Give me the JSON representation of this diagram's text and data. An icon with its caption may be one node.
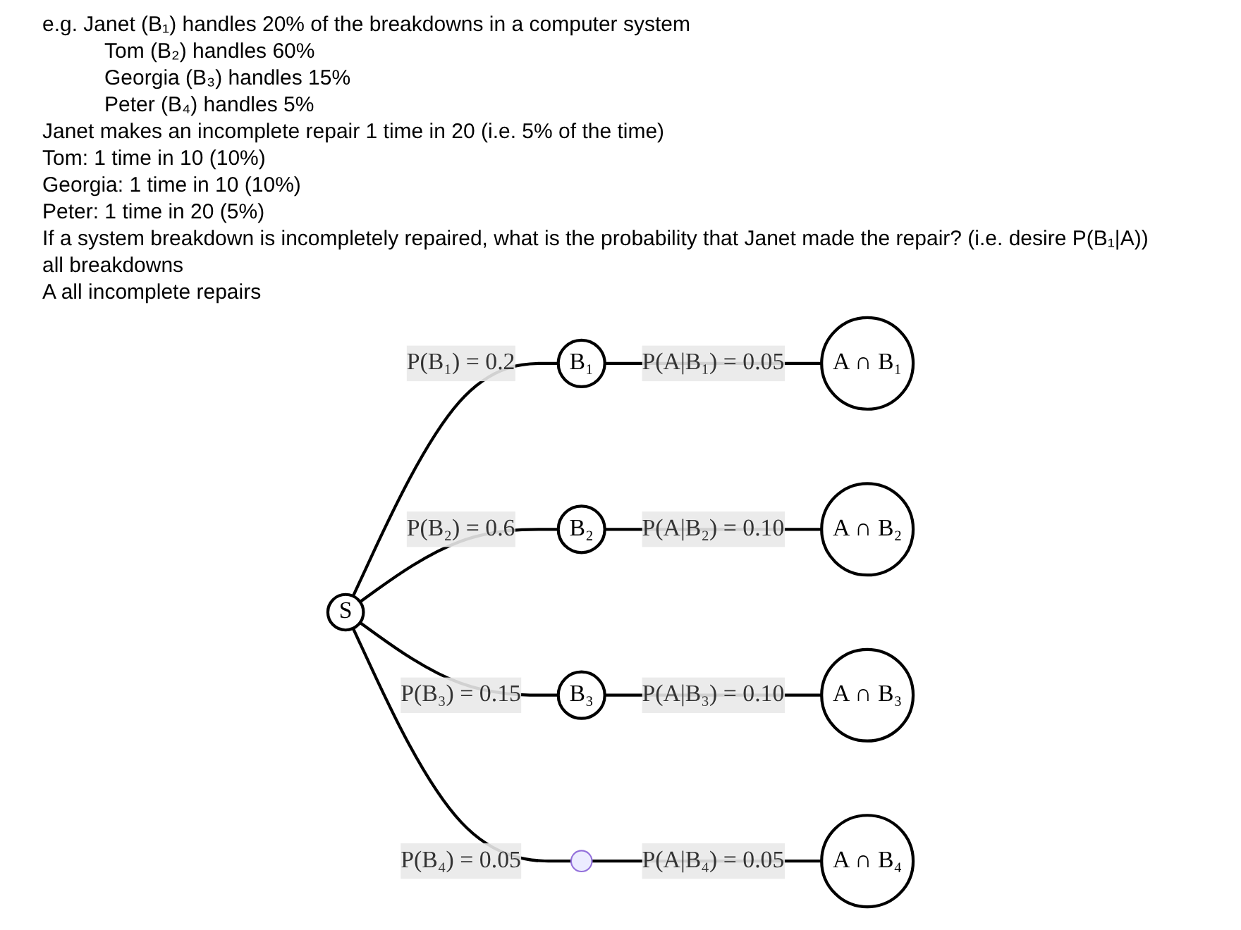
{
  "diagram": {
    "nodes": [
      {
        "text": [
          "S"
        ]
      },
      {
        "text": [
          "B₁"
        ]
      },
      {
        "text": [
          "B₂"
        ]
      },
      {
        "text": [
          "B₃"
        ]
      },
      {
        "text": [],
        "shape": "circle"
      },
      {
        "text": [
          "A ∩ B₁"
        ]
      },
      {
        "text": [
          "A ∩ B₂"
        ]
      },
      {
        "text": [
          "A ∩ B₃"
        ]
      },
      {
        "text": [
          "A ∩ B₄"
        ]
      }
    ],
    "edges": [
      {
        "from": 0,
        "to": 1,
        "arrow": "none",
        "label": "P(B₁) = 0.2"
      },
      {
        "from": 0,
        "to": 2,
        "arrow": "none",
        "label": "P(B₂) = 0.6"
      },
      {
        "from": 0,
        "to": 3,
        "arrow": "none",
        "label": "P(B₃) = 0.15"
      },
      {
        "from": 0,
        "to": 4,
        "arrow": "none",
        "label": "P(B₄) = 0.05"
      },
      {
        "from": 1,
        "to": 5,
        "arrow": "none",
        "label": "P(A|B₁) = 0.05"
      },
      {
        "from": 2,
        "to": 6,
        "arrow": "none",
        "label": "P(A|B₂) = 0.10"
      },
      {
        "from": 3,
        "to": 7,
        "arrow": "none",
        "label": "P(A|B₃) = 0.10"
      },
      {
        "from": 4,
        "to": 8,
        "arrow": "none",
        "label": "P(A|B₄) = 0.05"
      }
    ],
    "labels": [
      "e.g. Janet (B₁) handles 20% of the breakdowns in a computer system",
      "Tom (B₂) handles 60%",
      "Georgia (B₃) handles 15%",
      "Peter (B₄) handles 5%",
      "Janet makes an incomplete repair 1 time in 20 (i.e. 5% of the time)",
      "Tom: 1 time in 10 (10%)",
      "Georgia: 1 time in 10 (10%)",
      "Peter: 1 time in 20 (5%)",
      "If a system breakdown is incompletely repaired, what is the probability that Janet made the repair? (i.e. desire P(B₁|A))",
      "all breakdowns",
      "A all incomplete repairs"
    ]
  }
}
